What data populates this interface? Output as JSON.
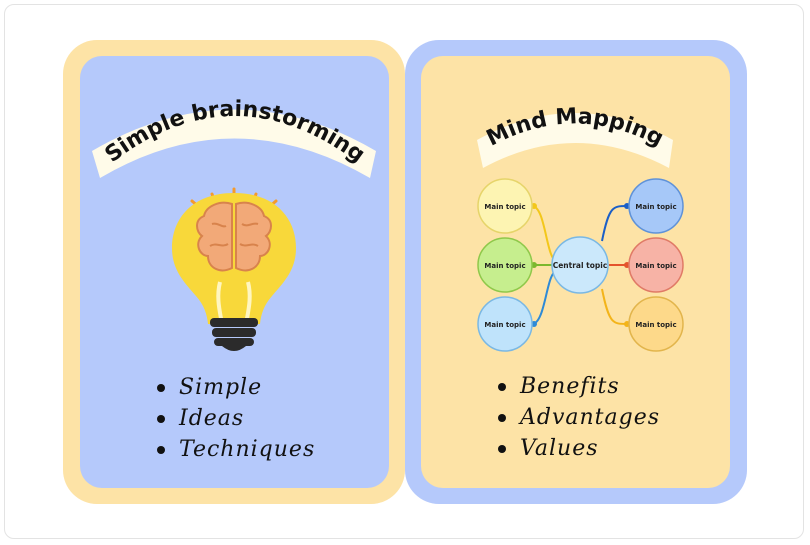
{
  "left_card": {
    "title": "Simple brainstorming",
    "icon": "lightbulb-brain-icon",
    "bullets": [
      "Simple",
      "Ideas",
      "Techniques"
    ]
  },
  "right_card": {
    "title": "Mind Mapping",
    "mind_map": {
      "central": "Central topic",
      "left_nodes": [
        "Main topic",
        "Main topic",
        "Main topic"
      ],
      "right_nodes": [
        "Main topic",
        "Main topic",
        "Main topic"
      ]
    },
    "bullets": [
      "Benefits",
      "Advantages",
      "Values"
    ]
  },
  "colors": {
    "yellow": "#fde3a6",
    "blue": "#b5c9fb",
    "node_left": [
      "#fdf4b2",
      "#c6ee8e",
      "#bfe3fb"
    ],
    "node_right": [
      "#a6c8f8",
      "#f7b3a6",
      "#fdd98a"
    ],
    "central": "#cbe8fb"
  }
}
